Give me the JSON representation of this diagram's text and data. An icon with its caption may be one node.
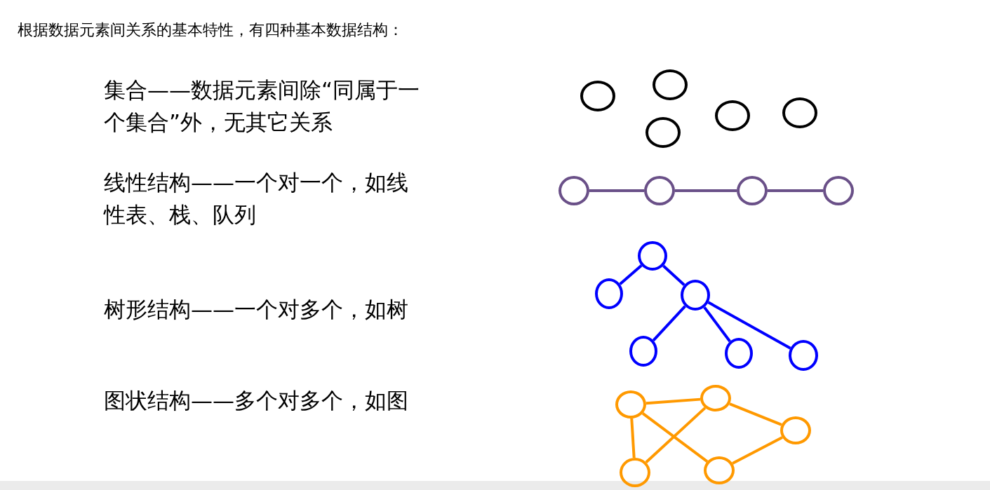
{
  "diagram": {
    "title": "根据数据元素间关系的基本特性，有四种基本数据结构：",
    "nodes": [
      {
        "text": [],
        "shape": "circle"
      },
      {
        "text": [],
        "shape": "circle"
      },
      {
        "text": [],
        "shape": "circle"
      },
      {
        "text": [],
        "shape": "circle"
      },
      {
        "text": [],
        "shape": "circle"
      },
      {
        "text": [],
        "shape": "circle"
      },
      {
        "text": [],
        "shape": "circle"
      },
      {
        "text": [],
        "shape": "circle"
      },
      {
        "text": [],
        "shape": "circle"
      },
      {
        "text": [],
        "shape": "circle"
      },
      {
        "text": [],
        "shape": "circle"
      },
      {
        "text": [],
        "shape": "circle"
      },
      {
        "text": [],
        "shape": "circle"
      },
      {
        "text": [],
        "shape": "circle"
      },
      {
        "text": [],
        "shape": "circle"
      },
      {
        "text": [],
        "shape": "circle"
      },
      {
        "text": [],
        "shape": "circle"
      },
      {
        "text": [],
        "shape": "circle"
      },
      {
        "text": [],
        "shape": "circle"
      },
      {
        "text": [],
        "shape": "circle"
      }
    ],
    "edges": [
      {
        "from": 5,
        "to": 6,
        "arrow": "none",
        "color": "#6a5088"
      },
      {
        "from": 6,
        "to": 7,
        "arrow": "none",
        "color": "#6a5088"
      },
      {
        "from": 7,
        "to": 8,
        "arrow": "none",
        "color": "#6a5088"
      },
      {
        "from": 9,
        "to": 10,
        "arrow": "none",
        "color": "#0000ff"
      },
      {
        "from": 9,
        "to": 11,
        "arrow": "none",
        "color": "#0000ff"
      },
      {
        "from": 11,
        "to": 12,
        "arrow": "none",
        "color": "#0000ff"
      },
      {
        "from": 11,
        "to": 13,
        "arrow": "none",
        "color": "#0000ff"
      },
      {
        "from": 11,
        "to": 14,
        "arrow": "none",
        "color": "#0000ff"
      },
      {
        "from": 15,
        "to": 16,
        "arrow": "none",
        "color": "#ff9900"
      },
      {
        "from": 15,
        "to": 18,
        "arrow": "none",
        "color": "#ff9900"
      },
      {
        "from": 15,
        "to": 19,
        "arrow": "none",
        "color": "#ff9900"
      },
      {
        "from": 16,
        "to": 18,
        "arrow": "none",
        "color": "#ff9900"
      },
      {
        "from": 16,
        "to": 17,
        "arrow": "none",
        "color": "#ff9900"
      },
      {
        "from": 17,
        "to": 19,
        "arrow": "none",
        "color": "#ff9900"
      }
    ],
    "labels": [
      "集合——数据元素间除“同属于一个集合”外，无其它关系",
      "线性结构——一个对一个，如线性表、栈、队列",
      "树形结构——一个对多个，如树",
      "图状结构——多个对多个，如图"
    ]
  }
}
